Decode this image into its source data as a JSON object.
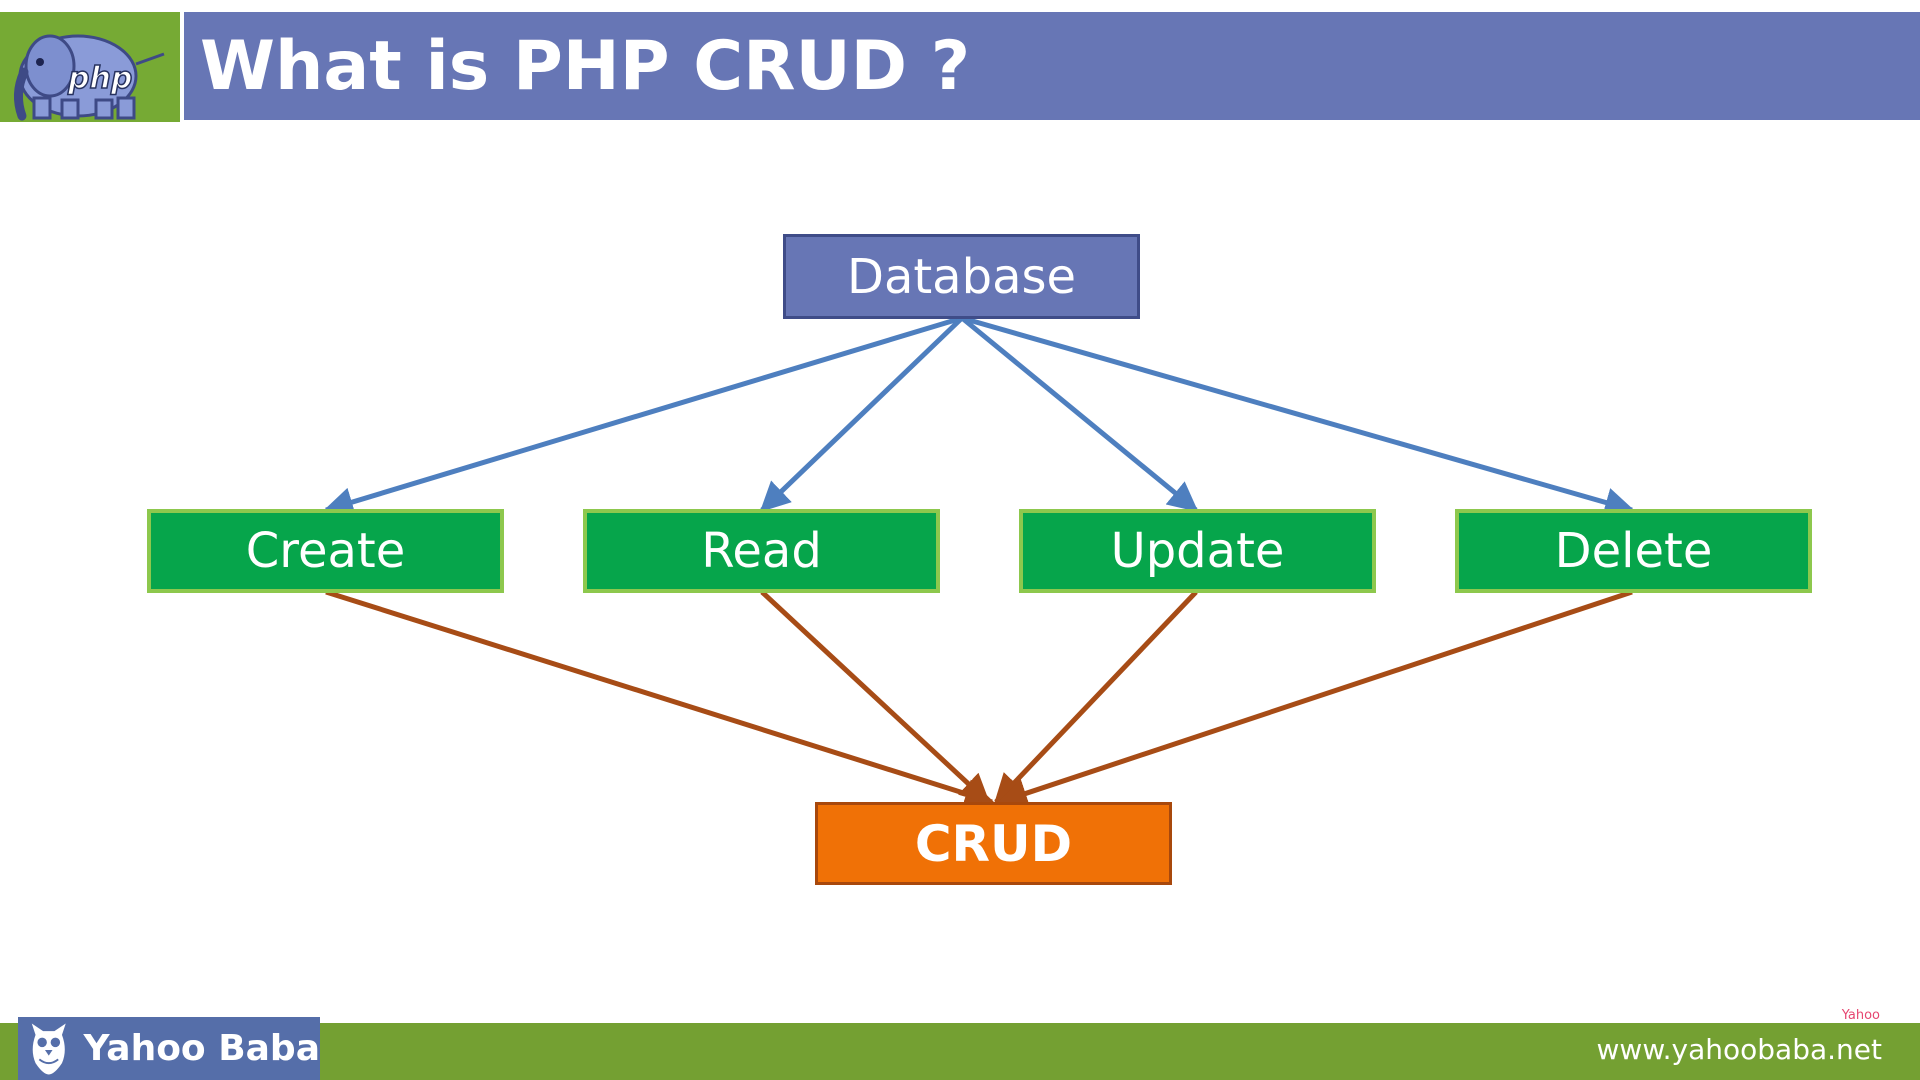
{
  "header": {
    "title": "What is PHP CRUD ?",
    "logo_icon": "php-elephant-icon",
    "logo_text": "php"
  },
  "diagram": {
    "root": "Database",
    "operations": [
      "Create",
      "Read",
      "Update",
      "Delete"
    ],
    "result": "CRUD",
    "edges_root_to_ops": [
      [
        "Database",
        "Create"
      ],
      [
        "Database",
        "Read"
      ],
      [
        "Database",
        "Update"
      ],
      [
        "Database",
        "Delete"
      ]
    ],
    "edges_ops_to_result": [
      [
        "Create",
        "CRUD"
      ],
      [
        "Read",
        "CRUD"
      ],
      [
        "Update",
        "CRUD"
      ],
      [
        "Delete",
        "CRUD"
      ]
    ]
  },
  "footer": {
    "brand": "Yahoo Baba",
    "brand_icon": "owl-icon",
    "url": "www.yahoobaba.net"
  },
  "watermark": "Yahoo",
  "colors": {
    "header_bar": "#6776b5",
    "logo_bg": "#76aa34",
    "database_box": "#6776b5",
    "operation_box": "#06a54b",
    "crud_box": "#f07106",
    "arrow_top": "#4e7fbf",
    "arrow_bottom": "#a74c16",
    "footer_bar": "#74a032",
    "footer_brand_bg": "#556ea9"
  }
}
